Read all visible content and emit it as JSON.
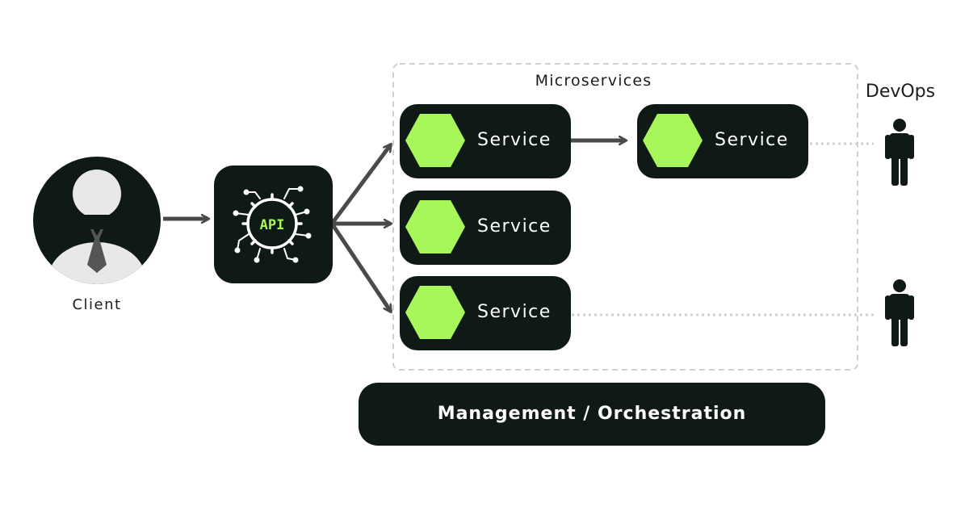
{
  "client": {
    "label": "Client"
  },
  "gateway": {
    "icon_text": "API"
  },
  "microservices": {
    "title": "Microservices",
    "services": [
      {
        "label": "Service"
      },
      {
        "label": "Service"
      },
      {
        "label": "Service"
      },
      {
        "label": "Service"
      }
    ]
  },
  "devops": {
    "title": "DevOps"
  },
  "management": {
    "label": "Management / Orchestration"
  },
  "colors": {
    "dark": "#0f1a16",
    "accent": "#a7f65a",
    "arrow": "#4a4a4a",
    "dashed": "#cfcfcf"
  }
}
